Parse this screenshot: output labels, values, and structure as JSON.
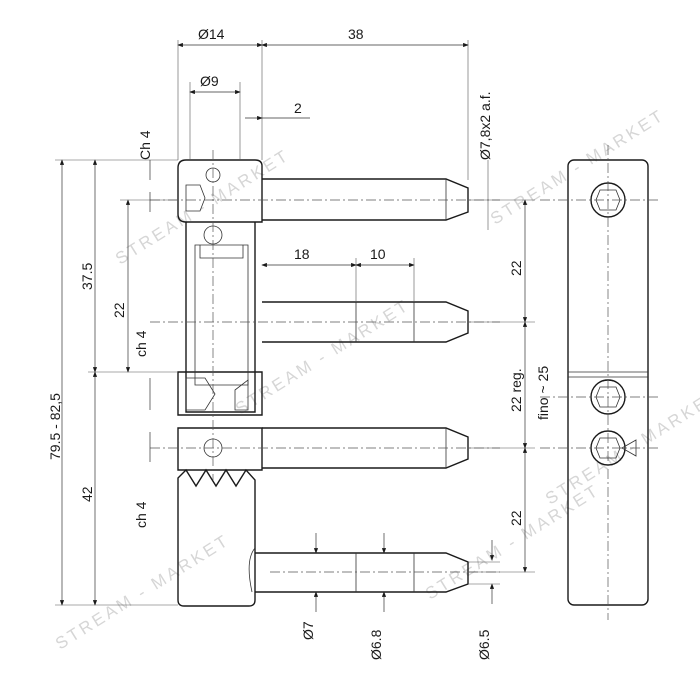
{
  "colors": {
    "line": "#1a1a1a",
    "watermark": "#d6d6d6",
    "background": "#ffffff"
  },
  "watermark": {
    "text": "STREAM - MARKET"
  },
  "dimensions": {
    "d14": "Ø14",
    "d38": "38",
    "d9": "Ø9",
    "d2": "2",
    "d_af": "Ø7,8x2 a.f.",
    "ch4_top": "Ch 4",
    "d37_5": "37.5",
    "d22_left": "22",
    "ch4_mid": "ch 4",
    "d79": "79.5 - 82,5",
    "d42": "42",
    "ch4_low": "ch 4",
    "d18": "18",
    "d10": "10",
    "d22_right_top": "22",
    "d22_reg": "22 reg.",
    "fino": "fino ~ 25",
    "d22_right_bottom": "22",
    "d7": "Ø7",
    "d6_8": "Ø6.8",
    "d6_5": "Ø6.5"
  }
}
